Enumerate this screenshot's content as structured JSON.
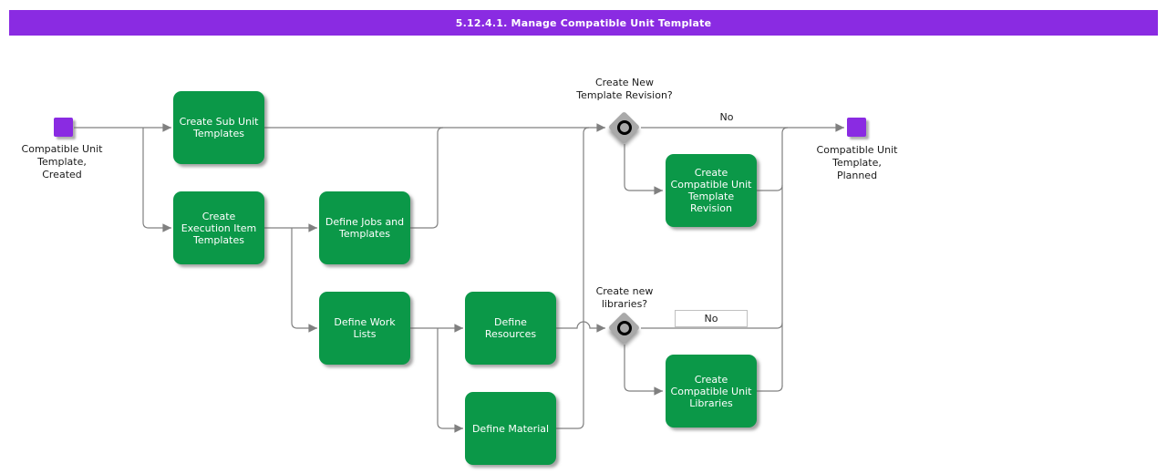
{
  "header": {
    "title": "5.12.4.1. Manage Compatible Unit Template"
  },
  "colors": {
    "header_bg": "#8A2BE2",
    "activity_green": "#0B9848",
    "endpoint_purple": "#8A2BE2",
    "decision_gray": "#A9A9A9",
    "edge_gray": "#808080"
  },
  "start": {
    "label": "Compatible Unit\nTemplate,\nCreated"
  },
  "end": {
    "label": "Compatible Unit\nTemplate,\nPlanned"
  },
  "activities": [
    {
      "id": "create-sub-unit-templates",
      "label": "Create Sub Unit\nTemplates"
    },
    {
      "id": "create-execution-item-templates",
      "label": "Create\nExecution Item\nTemplates"
    },
    {
      "id": "define-jobs-and-templates",
      "label": "Define Jobs and\nTemplates"
    },
    {
      "id": "define-work-lists",
      "label": "Define Work\nLists"
    },
    {
      "id": "define-resources",
      "label": "Define\nResources"
    },
    {
      "id": "define-material",
      "label": "Define Material"
    },
    {
      "id": "create-compatible-unit-template-revision",
      "label": "Create\nCompatible Unit\nTemplate\nRevision"
    },
    {
      "id": "create-compatible-unit-libraries",
      "label": "Create\nCompatible Unit\nLibraries"
    }
  ],
  "decisions": [
    {
      "id": "create-new-template-revision",
      "question": "Create New\nTemplate Revision?",
      "no_label": "No"
    },
    {
      "id": "create-new-libraries",
      "question": "Create new\nlibraries?",
      "no_label": "No"
    }
  ]
}
